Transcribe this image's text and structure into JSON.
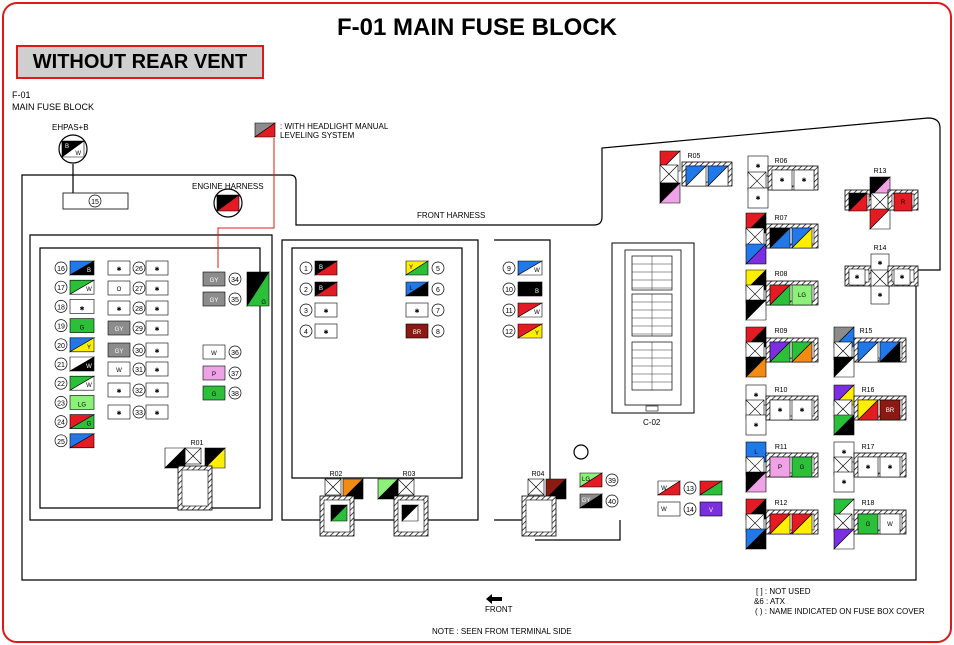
{
  "title": "F-01  MAIN FUSE BLOCK",
  "variant": "WITHOUT REAR VENT",
  "block_code": "F-01",
  "block_name": "MAIN FUSE BLOCK",
  "ehpas_label": "EHPAS+B",
  "engine_harness_label": "ENGINE HARNESS",
  "front_harness_label": "FRONT HARNESS",
  "headlight_note_line1": ": WITH HEADLIGHT MANUAL",
  "headlight_note_line2": "LEVELING SYSTEM",
  "front_label": "FRONT",
  "seen_note": "NOTE : SEEN FROM TERMINAL SIDE",
  "legend": {
    "not_used": "[ ] : NOT USED",
    "atx": "&6 : ATX",
    "name_on_cover": "( ) : NAME INDICATED ON FUSE BOX COVER"
  },
  "connector_c02": "C-02",
  "colors": {
    "frame": "#e01818",
    "B": "#000000",
    "W": "#ffffff",
    "R": "#e31b23",
    "G": "#2bbf3a",
    "L": "#2178e8",
    "Y": "#ffee00",
    "O": "#f28a14",
    "P": "#f0a2e6",
    "V": "#7b2fe0",
    "LG": "#8df07a",
    "GY": "#8c8c8c",
    "BR": "#8b1a12"
  },
  "fuses_left": [
    {
      "num": "16",
      "wire": [
        "L",
        "B"
      ],
      "code": "B"
    },
    {
      "num": "17",
      "wire": [
        "G",
        "W"
      ],
      "code": "W"
    },
    {
      "num": "18",
      "wire": [],
      "code": "*"
    },
    {
      "num": "19",
      "wire": [
        "G"
      ],
      "code": "G"
    },
    {
      "num": "20",
      "wire": [
        "L",
        "Y"
      ],
      "code": "Y"
    },
    {
      "num": "21",
      "wire": [
        "W",
        "B"
      ],
      "code": "W"
    },
    {
      "num": "22",
      "wire": [
        "G",
        "W"
      ],
      "code": "W"
    },
    {
      "num": "23",
      "wire": [
        "LG"
      ],
      "code": "LG"
    },
    {
      "num": "24",
      "wire": [
        "R",
        "G"
      ],
      "code": "G"
    },
    {
      "num": "25",
      "wire": [
        "L",
        "R"
      ],
      "code": ""
    }
  ],
  "fuses_mid": [
    {
      "num": "26",
      "code": "*"
    },
    {
      "num": "27",
      "code": "O"
    },
    {
      "num": "28",
      "code": "*"
    },
    {
      "num": "29",
      "code": "GY"
    },
    {
      "num": "30",
      "code": "GY"
    },
    {
      "num": "31",
      "code": "W"
    },
    {
      "num": "32",
      "code": "*"
    },
    {
      "num": "33",
      "code": "*"
    }
  ],
  "fuses_center": [
    {
      "num": "34",
      "code": "GY"
    },
    {
      "num": "35",
      "code": "GY"
    },
    {
      "num": "36",
      "code": "W"
    },
    {
      "num": "37",
      "code": "P"
    },
    {
      "num": "38",
      "code": "G"
    }
  ],
  "fuses_inner_a": [
    {
      "num": "1",
      "code": "B"
    },
    {
      "num": "2",
      "code": "B"
    },
    {
      "num": "3",
      "code": "*"
    },
    {
      "num": "4",
      "code": "*"
    }
  ],
  "fuses_inner_b": [
    {
      "num": "5",
      "code": "Y"
    },
    {
      "num": "6",
      "code": "L"
    },
    {
      "num": "7",
      "code": "*"
    },
    {
      "num": "8",
      "code": "BR"
    }
  ],
  "fuses_right": [
    {
      "num": "9",
      "code": "W"
    },
    {
      "num": "10",
      "code": "B"
    },
    {
      "num": "11",
      "code": "W"
    },
    {
      "num": "12",
      "code": "Y"
    }
  ],
  "fuses_lower": [
    {
      "num": "13",
      "code": "W"
    },
    {
      "num": "14",
      "code": "V"
    },
    {
      "num": "15",
      "code": ""
    },
    {
      "num": "39",
      "code": "LG"
    },
    {
      "num": "40",
      "code": "GY"
    }
  ],
  "relays": [
    {
      "name": "R01"
    },
    {
      "name": "R02"
    },
    {
      "name": "R03"
    },
    {
      "name": "R04"
    },
    {
      "name": "R05"
    },
    {
      "name": "R06"
    },
    {
      "name": "R07"
    },
    {
      "name": "R08"
    },
    {
      "name": "R09"
    },
    {
      "name": "R10"
    },
    {
      "name": "R11"
    },
    {
      "name": "R12"
    },
    {
      "name": "R13"
    },
    {
      "name": "R14"
    },
    {
      "name": "R15"
    },
    {
      "name": "R16"
    },
    {
      "name": "R17"
    },
    {
      "name": "R18"
    }
  ]
}
